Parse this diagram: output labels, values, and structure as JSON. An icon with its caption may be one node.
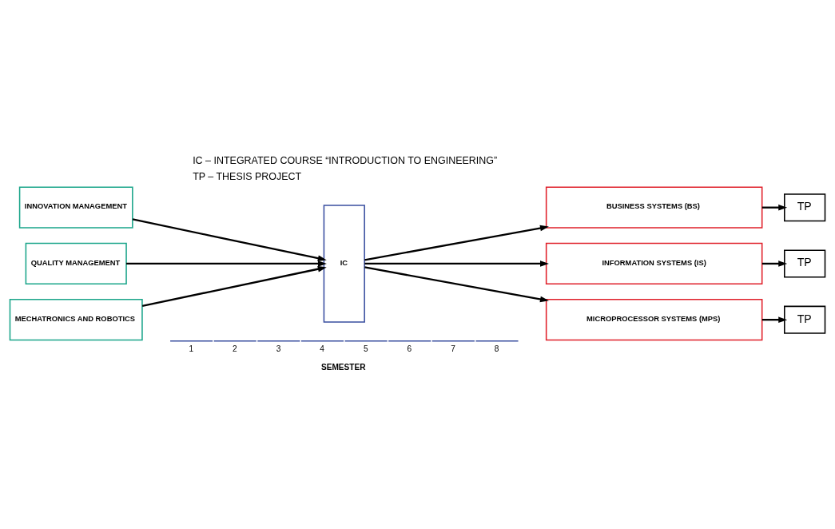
{
  "diagram": {
    "nodes": [
      {
        "text": [
          "INNOVATION MANAGEMENT"
        ]
      },
      {
        "text": [
          "QUALITY MANAGEMENT"
        ]
      },
      {
        "text": [
          "MECHATRONICS AND ROBOTICS"
        ]
      },
      {
        "text": [
          "IC"
        ]
      },
      {
        "text": [
          "BUSINESS SYSTEMS (BS)"
        ]
      },
      {
        "text": [
          "INFORMATION SYSTEMS (IS)"
        ]
      },
      {
        "text": [
          "MICROPROCESSOR SYSTEMS (MPS)"
        ]
      },
      {
        "text": [
          "TP"
        ]
      },
      {
        "text": [
          "TP"
        ]
      },
      {
        "text": [
          "TP"
        ]
      }
    ],
    "edges": [
      {
        "from": 0,
        "to": 3,
        "arrow": "to"
      },
      {
        "from": 1,
        "to": 3,
        "arrow": "to"
      },
      {
        "from": 2,
        "to": 3,
        "arrow": "to"
      },
      {
        "from": 3,
        "to": 4,
        "arrow": "to"
      },
      {
        "from": 3,
        "to": 5,
        "arrow": "to"
      },
      {
        "from": 3,
        "to": 6,
        "arrow": "to"
      },
      {
        "from": 4,
        "to": 7,
        "arrow": "to"
      },
      {
        "from": 5,
        "to": 8,
        "arrow": "to"
      },
      {
        "from": 6,
        "to": 9,
        "arrow": "to"
      }
    ],
    "labels": [
      "IC – INTEGRATED COURSE “INTRODUCTION TO ENGINEERING”",
      "TP – THESIS PROJECT",
      "1",
      "2",
      "3",
      "4",
      "5",
      "6",
      "7",
      "8",
      "SEMESTER"
    ]
  }
}
